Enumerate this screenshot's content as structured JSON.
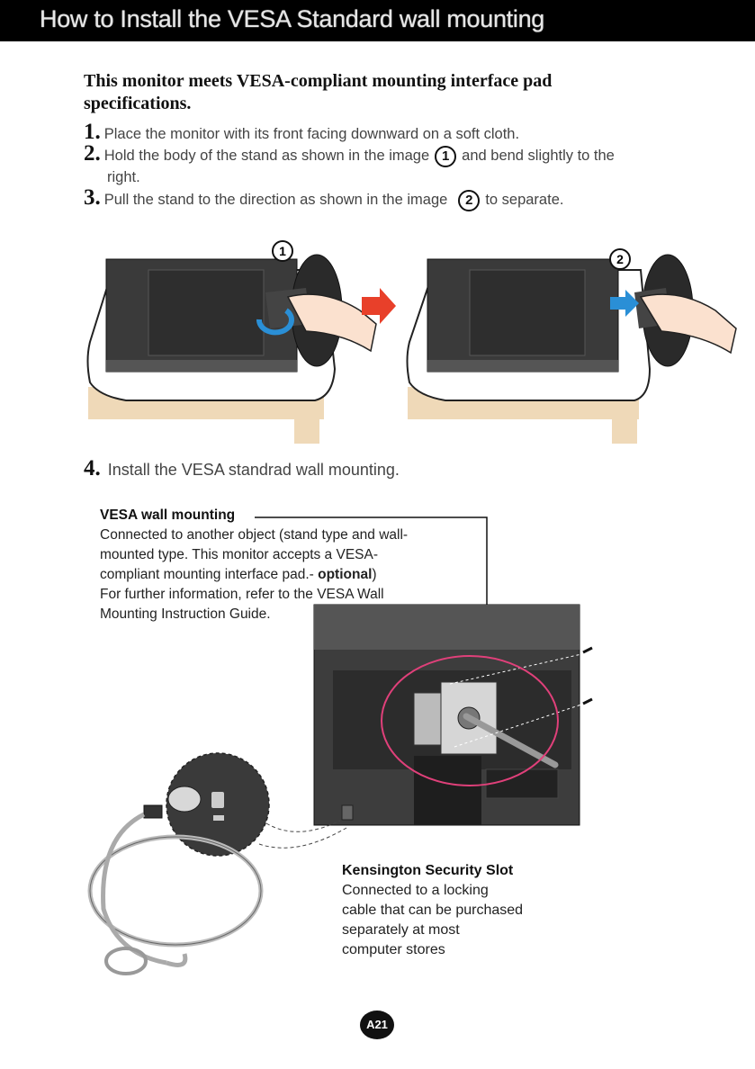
{
  "header": {
    "title": "How to Install the VESA Standard wall mounting"
  },
  "intro": {
    "text": "This monitor meets VESA-compliant mounting interface pad specifications."
  },
  "steps": [
    {
      "num": "1.",
      "text": "Place the monitor with its front facing downward on a soft cloth."
    },
    {
      "num": "2.",
      "text_before": "Hold the body of the stand as shown in the image",
      "ref": "1",
      "text_after": "and bend slightly to the",
      "text_cont": "right."
    },
    {
      "num": "3.",
      "text_before": "Pull the stand to the direction as shown in the image",
      "ref": "2",
      "text_after": "to separate."
    },
    {
      "num": "4.",
      "text": "Install the VESA standrad wall mounting."
    }
  ],
  "figure_labels": {
    "fig1": "1",
    "fig2": "2"
  },
  "vesa": {
    "title": "VESA wall mounting",
    "line1": "Connected to another object (stand type and wall-",
    "line2": "mounted type. This monitor accepts a VESA-",
    "line3_before": "compliant mounting interface pad.- ",
    "line3_bold": "optional",
    "line3_after": ")",
    "line4": "For further information, refer to the VESA Wall",
    "line5": "Mounting Instruction Guide."
  },
  "kensington": {
    "title": "Kensington Security Slot",
    "line1": "Connected to a locking",
    "line2": "cable that can be purchased",
    "line3": "separately at most",
    "line4": "computer stores"
  },
  "page": {
    "label": "A21"
  },
  "colors": {
    "arrow_red": "#e8402a",
    "arrow_blue": "#2a8fd6",
    "highlight_pink": "#e0407a",
    "table_tan": "#efd9b8"
  }
}
